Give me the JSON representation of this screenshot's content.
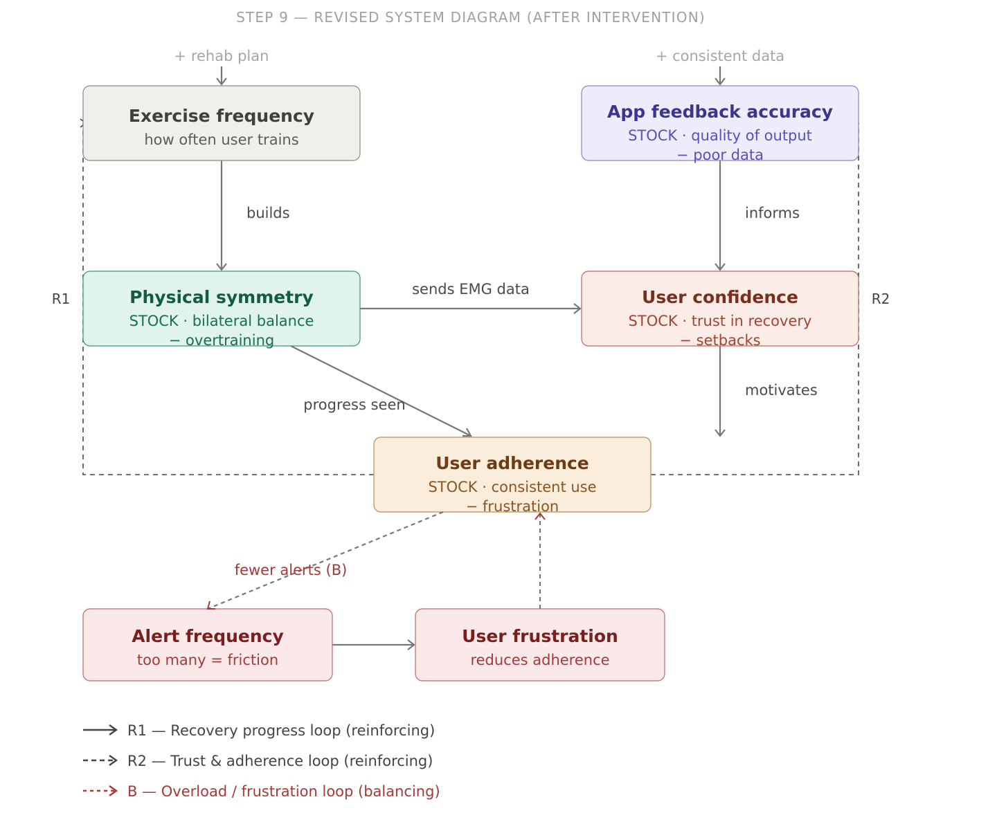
{
  "title": "STEP 9 — REVISED SYSTEM DIAGRAM (AFTER INTERVENTION)",
  "colors": {
    "solid_arrow": "#777777",
    "dashed_loop": "#444444",
    "balancing": "#a33a3a"
  },
  "inputs": {
    "rehab_plan": "+ rehab plan",
    "consistent_data": "+ consistent data"
  },
  "nodes": {
    "exercise": {
      "title": "Exercise frequency",
      "sub1": "how often user trains",
      "fill": "#f1efe9",
      "stroke": "#8a8a86",
      "title_color": "#3f3f3d",
      "sub_color": "#5c5c5a"
    },
    "app": {
      "title": "App feedback accuracy",
      "sub1": "STOCK · quality of output",
      "sub2": "− poor data",
      "fill": "#edecfb",
      "stroke": "#8a83cf",
      "title_color": "#3d3390",
      "sub_color": "#5a4fbf"
    },
    "physical": {
      "title": "Physical symmetry",
      "sub1": "STOCK · bilateral balance",
      "sub2": "− overtraining",
      "fill": "#e0f3ec",
      "stroke": "#3f9477",
      "title_color": "#135c42",
      "sub_color": "#1a6e50"
    },
    "confidence": {
      "title": "User confidence",
      "sub1": "STOCK · trust in recovery",
      "sub2": "− setbacks",
      "fill": "#fbece7",
      "stroke": "#b86a5a",
      "title_color": "#7a2e1c",
      "sub_color": "#a3442e"
    },
    "adherence": {
      "title": "User adherence",
      "sub1": "STOCK · consistent use",
      "sub2": "− frustration",
      "fill": "#fbeddb",
      "stroke": "#b88a5a",
      "title_color": "#6e3b12",
      "sub_color": "#8c5420"
    },
    "alert": {
      "title": "Alert frequency",
      "sub1": "too many = friction",
      "fill": "#fbe9e9",
      "stroke": "#b86a6a",
      "title_color": "#7a1e1e",
      "sub_color": "#a33a3a"
    },
    "frustration": {
      "title": "User frustration",
      "sub1": "reduces adherence",
      "fill": "#fbe9e9",
      "stroke": "#b86a6a",
      "title_color": "#7a1e1e",
      "sub_color": "#a33a3a"
    }
  },
  "edges": {
    "builds": "builds",
    "informs": "informs",
    "sends": "sends EMG data",
    "motivates": "motivates",
    "progress": "progress seen",
    "fewer_alerts": "fewer alerts (B)"
  },
  "loops": {
    "r1": "R1",
    "r2": "R2"
  },
  "legend": [
    {
      "label": "R1 — Recovery progress loop (reinforcing)",
      "color": "#444444"
    },
    {
      "label": "R2 — Trust & adherence loop (reinforcing)",
      "color": "#444444"
    },
    {
      "label": "B — Overload / frustration loop (balancing)",
      "color": "#a33a3a"
    }
  ]
}
